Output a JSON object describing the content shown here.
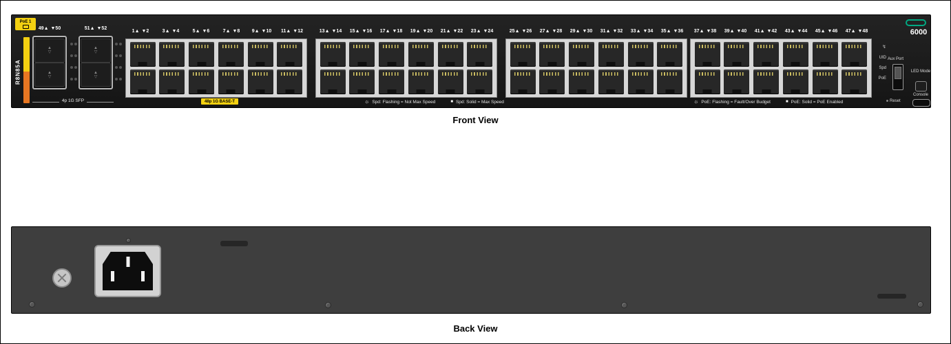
{
  "front": {
    "poe_badge": "PoE 1",
    "model": "R8N85A",
    "sfp": {
      "labels": [
        [
          "49▲",
          "▼50"
        ],
        [
          "51▲",
          "▼52"
        ]
      ],
      "caption": "4p 1G SFP"
    },
    "baset": "48p 1G BASE-T",
    "port_groups": [
      {
        "labels": [
          [
            "1▲",
            "▼2"
          ],
          [
            "3▲",
            "▼4"
          ],
          [
            "5▲",
            "▼6"
          ],
          [
            "7▲",
            "▼8"
          ],
          [
            "9▲",
            "▼10"
          ],
          [
            "11▲",
            "▼12"
          ]
        ]
      },
      {
        "labels": [
          [
            "13▲",
            "▼14"
          ],
          [
            "15▲",
            "▼16"
          ],
          [
            "17▲",
            "▼18"
          ],
          [
            "19▲",
            "▼20"
          ],
          [
            "21▲",
            "▼22"
          ],
          [
            "23▲",
            "▼24"
          ]
        ]
      },
      {
        "labels": [
          [
            "25▲",
            "▼26"
          ],
          [
            "27▲",
            "▼28"
          ],
          [
            "29▲",
            "▼30"
          ],
          [
            "31▲",
            "▼32"
          ],
          [
            "33▲",
            "▼34"
          ],
          [
            "35▲",
            "▼36"
          ]
        ]
      },
      {
        "labels": [
          [
            "37▲",
            "▼38"
          ],
          [
            "39▲",
            "▼40"
          ],
          [
            "41▲",
            "▼42"
          ],
          [
            "43▲",
            "▼44"
          ],
          [
            "45▲",
            "▼46"
          ],
          [
            "47▲",
            "▼48"
          ]
        ]
      }
    ],
    "legend_spd": [
      {
        "icon": "flash",
        "text": "Spd: Flashing = Not Max Speed"
      },
      {
        "icon": "solid",
        "text": "Spd: Solid = Max Speed"
      }
    ],
    "legend_poe": [
      {
        "icon": "flash",
        "text": "PoE: Flashing = Fault/Over Budget"
      },
      {
        "icon": "solid",
        "text": "PoE: Solid = PoE Enabled"
      }
    ],
    "panel": {
      "indicators": [
        "UID",
        "Spd",
        "PoE"
      ],
      "aux": "Aux Port",
      "led_mode": "LED Mode",
      "reset": "Reset",
      "console": "Console",
      "series": "6000"
    },
    "caption": "Front View"
  },
  "back": {
    "caption": "Back View"
  },
  "colors": {
    "accent_green": "#01a982",
    "label_yellow": "#f3d011",
    "label_orange": "#e87722"
  }
}
